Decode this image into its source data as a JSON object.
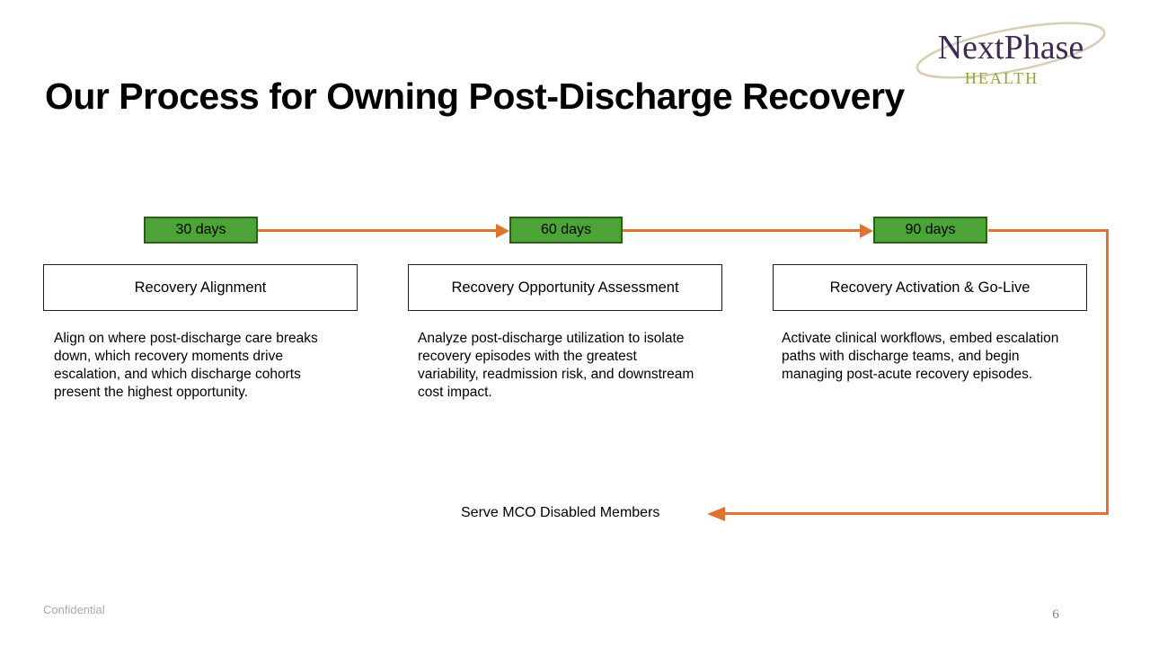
{
  "slide": {
    "title": "Our Process for Owning Post-Discharge Recovery",
    "confidential_label": "Confidential",
    "page_number": "6"
  },
  "logo": {
    "name": "NextPhase",
    "subname": "HEALTH",
    "colors": {
      "name_text": "#3E2B54",
      "subname_text": "#93A432",
      "swoosh": "#D8CDB2"
    }
  },
  "timeline": {
    "phases": [
      {
        "duration": "30 days",
        "title": "Recovery Alignment",
        "description": "Align on where post-discharge care breaks down, which recovery moments drive escalation, and which discharge cohorts present the highest opportunity."
      },
      {
        "duration": "60 days",
        "title": "Recovery Opportunity Assessment",
        "description": "Analyze post-discharge utilization to isolate recovery episodes with the greatest variability, readmission risk, and downstream cost impact."
      },
      {
        "duration": "90 days",
        "title": "Recovery Activation & Go-Live",
        "description": "Activate clinical workflows, embed escalation paths with discharge teams, and begin managing post-acute recovery episodes."
      }
    ],
    "loop_label": "Serve MCO Disabled Members",
    "colors": {
      "phase_fill": "#4CA436",
      "phase_border": "#2B5E19",
      "arrow": "#E1712F"
    }
  }
}
